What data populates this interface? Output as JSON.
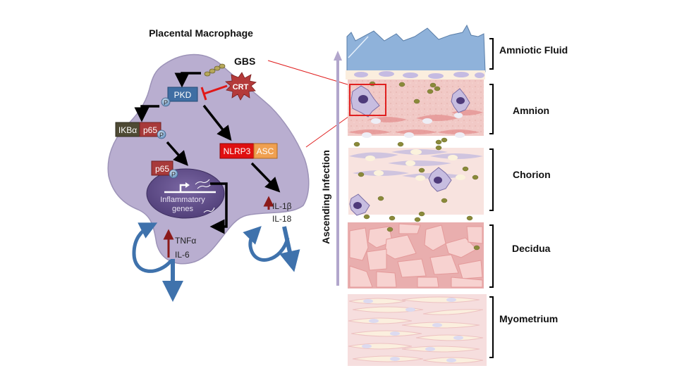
{
  "title": "Placental Macrophage",
  "pathway": {
    "pathogen": "GBS",
    "inhibitor": "CRT",
    "kinase": "PKD",
    "phospho": "P",
    "complex_ikb": "IKBα",
    "complex_p65": "p65",
    "nuclear_p65": "p65",
    "inflammasome_nlrp3": "NLRP3",
    "inflammasome_asc": "ASC",
    "nucleus_label_1": "Inflammatory",
    "nucleus_label_2": "genes",
    "cytokines_left": [
      "TNFα",
      "IL-6"
    ],
    "cytokines_right": [
      "IL-1β",
      "IL-18"
    ]
  },
  "axis_label": "Ascending Infection",
  "layers": [
    {
      "name": "Amniotic Fluid"
    },
    {
      "name": "Amnion"
    },
    {
      "name": "Chorion"
    },
    {
      "name": "Decidua"
    },
    {
      "name": "Myometrium"
    }
  ],
  "colors": {
    "macrophage": "#b9aed0",
    "nucleus": "#5e4a86",
    "pkd": "#3f6ea3",
    "ikb": "#4e4a34",
    "p65": "#a83a3a",
    "nlrp3": "#e01010",
    "asc": "#f0a050",
    "crt": "#b83a3a",
    "gbs": "#8a8a3a",
    "autocrine_arrow": "#3f72ac",
    "up_arrow": "#8b1a1a",
    "amniotic_fluid": "#8fb2da",
    "amnion": "#f1c9c6",
    "chorion": "#f8e3df",
    "decidua": "#e9aeae",
    "myometrium": "#f6dede",
    "highlight": "#e02020"
  }
}
